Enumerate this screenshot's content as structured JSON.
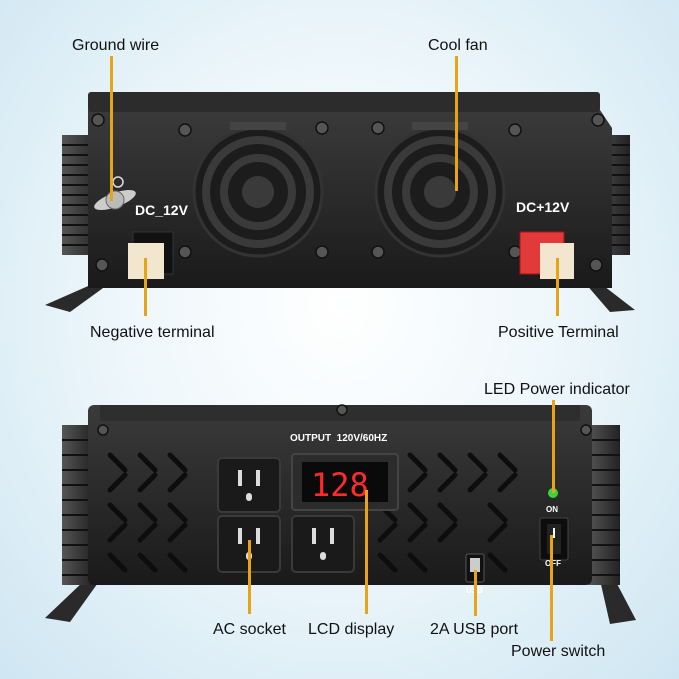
{
  "labels": {
    "ground_wire": "Ground wire",
    "cool_fan": "Cool fan",
    "negative_terminal": "Negative terminal",
    "positive_terminal": "Positive Terminal",
    "led_power_indicator": "LED Power indicator",
    "ac_socket": "AC socket",
    "lcd_display": "LCD display",
    "usb_port": "2A USB port",
    "power_switch": "Power switch"
  },
  "device": {
    "dc_neg_label": "DC_12V",
    "dc_pos_label": "DC+12V",
    "output_label": "OUTPUT  120V/60HZ",
    "lcd_value": "128",
    "usb_label": "USB",
    "on_label": "ON",
    "off_label": "OFF"
  },
  "colors": {
    "callout": "#e8a417",
    "body": "#262626",
    "led": "#3cd43c",
    "lcd_digits": "#ff2a2a",
    "positive_terminal": "#e23a3a"
  }
}
